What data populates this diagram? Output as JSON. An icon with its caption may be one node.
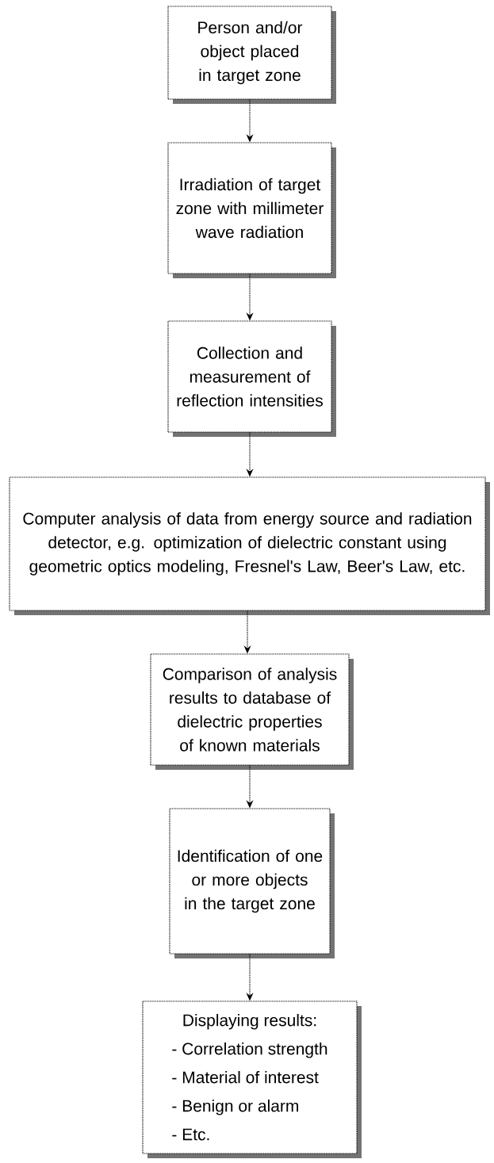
{
  "diagram": {
    "nodes": [
      {
        "text": [
          "Person and/or object placed in target zone"
        ]
      },
      {
        "text": [
          "Irradiation of target zone with millimeter wave radiation"
        ]
      },
      {
        "text": [
          "Collection and measurement of reflection intensities"
        ]
      },
      {
        "text": [
          "Computer analysis of data from energy source and radiation detector, e.g. optimization of dielectric constant using geometric optics modeling, Fresnel's Law, Beer's Law, etc."
        ]
      },
      {
        "text": [
          "Comparison of analysis results to database of dielectric properties of known materials"
        ]
      },
      {
        "text": [
          "Identification of one or more objects in the target zone"
        ]
      },
      {
        "text": [
          "Displaying results:",
          "- Correlation strength",
          "- Material of interest",
          "- Benign or alarm",
          "- Etc."
        ]
      }
    ],
    "edges": [
      {
        "from": 0,
        "to": 1,
        "arrow": "to"
      },
      {
        "from": 1,
        "to": 2,
        "arrow": "to"
      },
      {
        "from": 2,
        "to": 3,
        "arrow": "to"
      },
      {
        "from": 3,
        "to": 4,
        "arrow": "to"
      },
      {
        "from": 4,
        "to": 5,
        "arrow": "to"
      },
      {
        "from": 5,
        "to": 6,
        "arrow": "to"
      }
    ]
  }
}
